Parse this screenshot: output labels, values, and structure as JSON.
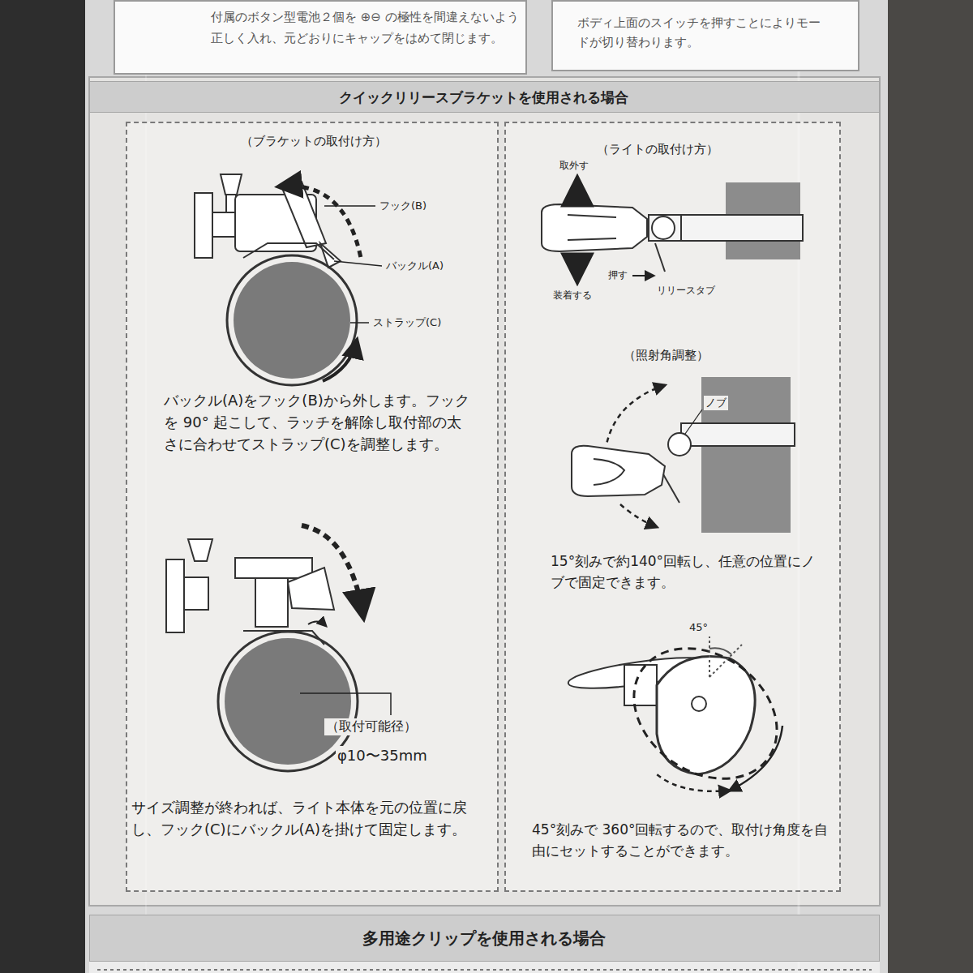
{
  "diagram": {
    "nodes": [
      {
        "text": [
          "付属のボタン型電池２個を ⊕⊖ の極性を間違えないよう正しく入れ、元どおりにキャップをはめて閉じます。"
        ]
      },
      {
        "text": [
          "ボディ上面のスイッチを押すことによりモードが切り替わります。"
        ]
      },
      {
        "text": [
          "クイックリリースブラケットを使用される場合"
        ]
      },
      {
        "text": [
          "（ブラケットの取付け方）",
          "バックル(A)をフック(B)から外します。フックを 90° 起こして、ラッチを解除し取付部の太さに合わせてストラップ(C)を調整します。",
          "サイズ調整が終われば、ライト本体を元の位置に戻し、フック(C)にバックル(A)を掛けて固定します。"
        ]
      },
      {
        "text": [
          "（ライトの取付け方）",
          "（照射角調整）",
          "15°刻みで約140°回転し、任意の位置にノブで固定できます。",
          "45°刻みで 360°回転するので、取付け角度を自由にセットすることができます。"
        ]
      },
      {
        "text": [
          "多用途クリップを使用される場合"
        ]
      }
    ],
    "labels": [
      "フック(B)",
      "バックル(A)",
      "ストラップ(C)",
      "（取付可能径）",
      "φ10〜35mm",
      "取外す",
      "押す",
      "リリースタブ",
      "装着する",
      "ノブ",
      "45°"
    ]
  }
}
